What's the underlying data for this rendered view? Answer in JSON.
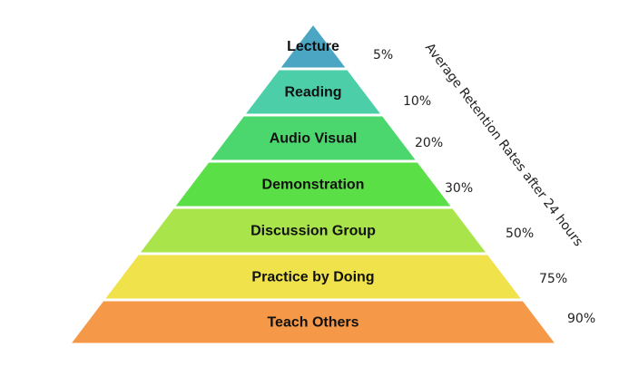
{
  "title": "Average Retention Rates after 24 hours",
  "layers": [
    {
      "label": "Lecture",
      "percent": "5%",
      "color": "#4aa6c3"
    },
    {
      "label": "Reading",
      "percent": "10%",
      "color": "#4ccfa9"
    },
    {
      "label": "Audio Visual",
      "percent": "20%",
      "color": "#4cd66e"
    },
    {
      "label": "Demonstration",
      "percent": "30%",
      "color": "#5bdf46"
    },
    {
      "label": "Discussion Group",
      "percent": "50%",
      "color": "#a8e44a"
    },
    {
      "label": "Practice by Doing",
      "percent": "75%",
      "color": "#efe24a"
    },
    {
      "label": "Teach Others",
      "percent": "90%",
      "color": "#f59847"
    }
  ]
}
